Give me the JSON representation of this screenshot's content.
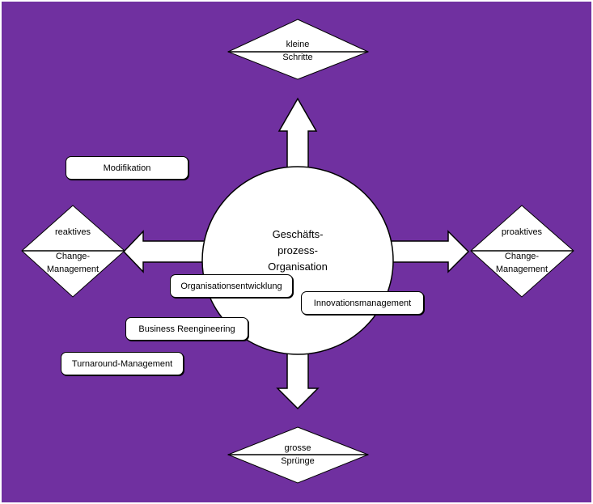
{
  "diagram": {
    "background_color": "#7030a0",
    "center": {
      "lines": [
        "Geschäfts-",
        "prozess-",
        "Organisation"
      ]
    },
    "decisions": {
      "top": {
        "upper": "kleine",
        "lower": "Schritte"
      },
      "bottom": {
        "upper": "grosse",
        "lower": "Sprünge"
      },
      "left": {
        "upper": "reaktives",
        "lower_1": "Change-",
        "lower_2": "Management"
      },
      "right": {
        "upper": "proaktives",
        "lower_1": "Change-",
        "lower_2": "Management"
      }
    },
    "boxes": {
      "modifikation": "Modifikation",
      "organisationsentwicklung": "Organisationsentwicklung",
      "innovationsmanagement": "Innovationsmanagement",
      "business_reengineering": "Business Reengineering",
      "turnaround_management": "Turnaround-Management"
    }
  }
}
